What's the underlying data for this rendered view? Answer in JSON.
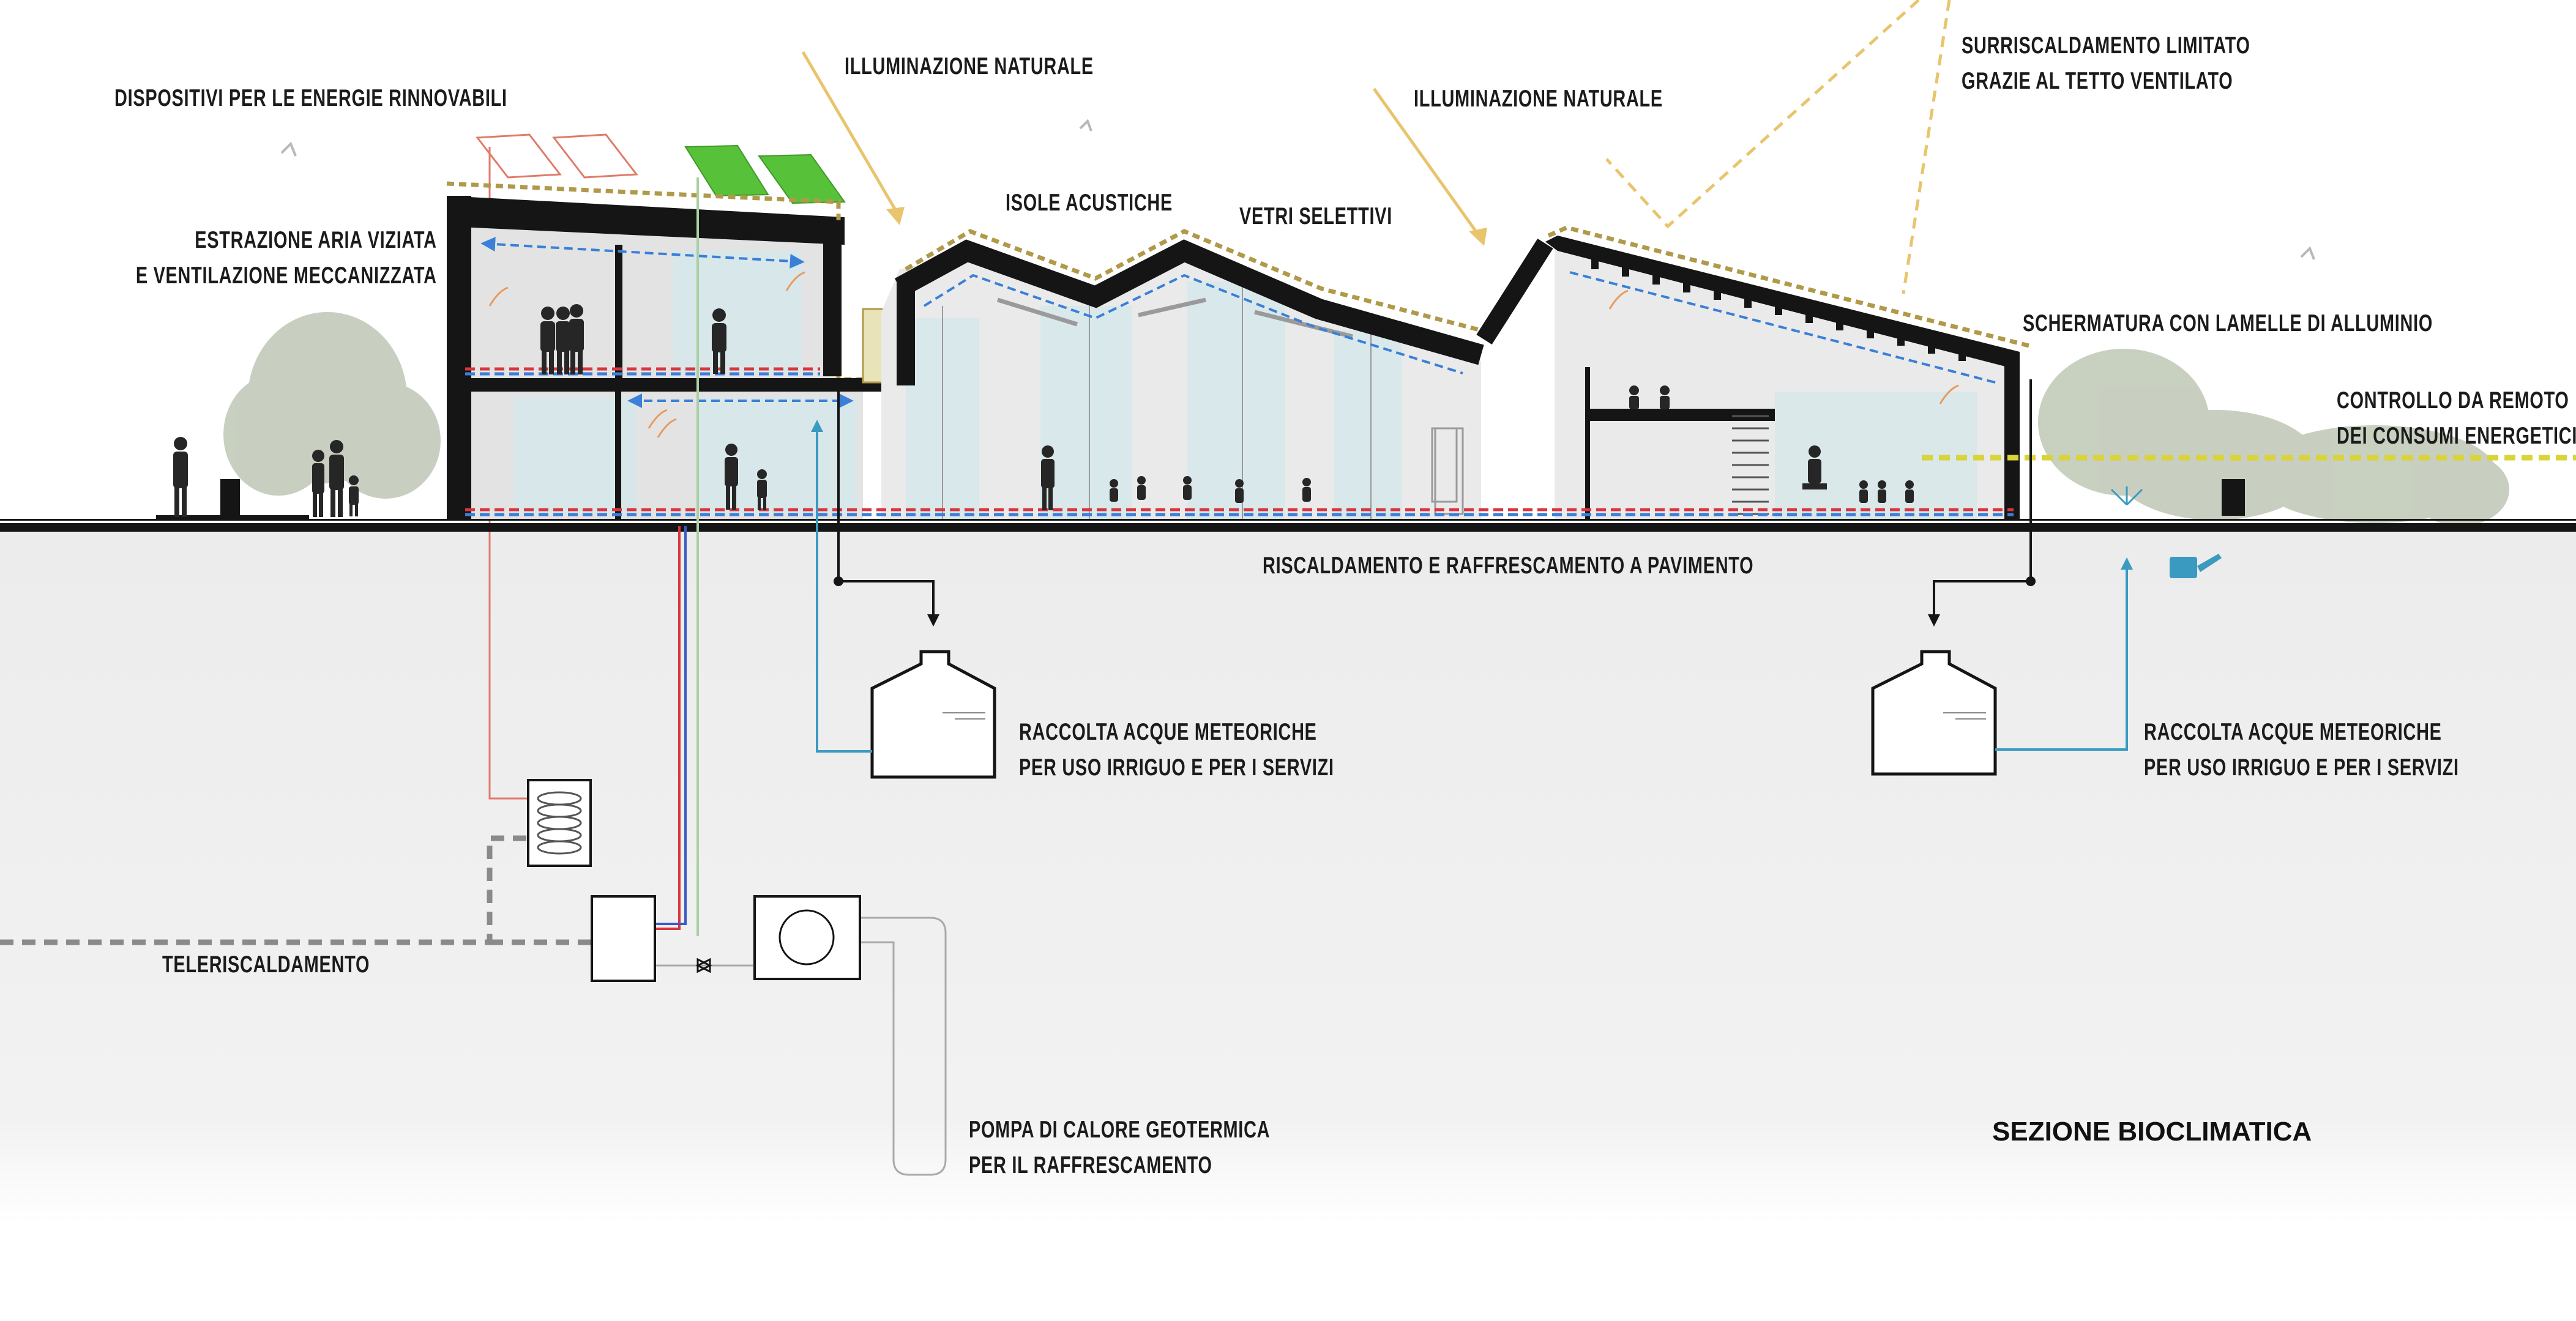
{
  "diagram_title": "SEZIONE BIOCLIMATICA",
  "labels": {
    "renewables": "DISPOSITIVI PER LE ENERGIE RINNOVABILI",
    "natural_light_1": "ILLUMINAZIONE NATURALE",
    "natural_light_2": "ILLUMINAZIONE NATURALE",
    "overheating": [
      "SURRISCALDAMENTO LIMITATO",
      "GRAZIE AL TETTO VENTILATO"
    ],
    "ventilation": [
      "ESTRAZIONE ARIA VIZIATA",
      "E VENTILAZIONE MECCANIZZATA"
    ],
    "acoustic": "ISOLE ACUSTICHE",
    "glass": "VETRI SELETTIVI",
    "shading": "SCHERMATURA CON LAMELLE DI ALLUMINIO",
    "remote": [
      "CONTROLLO DA REMOTO",
      "DEI CONSUMI ENERGETICI"
    ],
    "floor_heating": "RISCALDAMENTO E RAFFRESCAMENTO A PAVIMENTO",
    "rainwater_1": [
      "RACCOLTA ACQUE METEORICHE",
      "PER USO IRRIGUO E PER I SERVIZI"
    ],
    "rainwater_2": [
      "RACCOLTA ACQUE METEORICHE",
      "PER USO IRRIGUO E PER I SERVIZI"
    ],
    "district_heating": "TELERISCALDAMENTO",
    "heat_pump": [
      "POMPA DI CALORE GEOTERMICA",
      "PER IL RAFFRESCAMENTO"
    ]
  },
  "colors": {
    "structure": "#151515",
    "ground_fill": "#ededed",
    "solar_panel_green": "#58c13a",
    "solar_thermal_outline": "#e07a6a",
    "roof_insulation": "#b09a4a",
    "sun_rays": "#e8c56c",
    "warm_air_arrow": "#e89a5c",
    "air_flow_blue": "#3a7fd8",
    "floor_heating_red": "#d8363c",
    "water_pipe": "#3a9ac0",
    "remote_control_line": "#d8d43a",
    "tree_green": "#b6c0ab",
    "glass": "#d6e7ea",
    "interior": "#e3e3e3"
  }
}
